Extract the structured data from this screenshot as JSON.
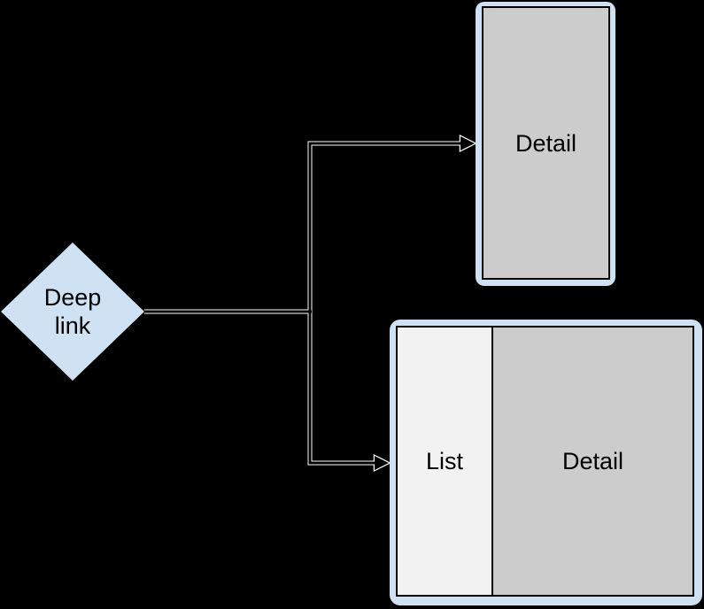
{
  "canvas": {
    "background": "#000000"
  },
  "nodes": {
    "deep_link": {
      "label": "Deep link",
      "fill": "#cfe2f3"
    },
    "phone": {
      "label": "Detail",
      "frame_fill": "#cfe2f3",
      "screen_fill": "#cccccc",
      "screen_border": "#000000"
    },
    "tablet": {
      "frame_fill": "#cfe2f3",
      "screen_border": "#000000",
      "list": {
        "label": "List",
        "fill": "#f2f2f2"
      },
      "detail": {
        "label": "Detail",
        "fill": "#cccccc"
      }
    }
  },
  "connectors": {
    "outline": "#ffffff",
    "core": "#000000"
  },
  "text_color": "#000000"
}
